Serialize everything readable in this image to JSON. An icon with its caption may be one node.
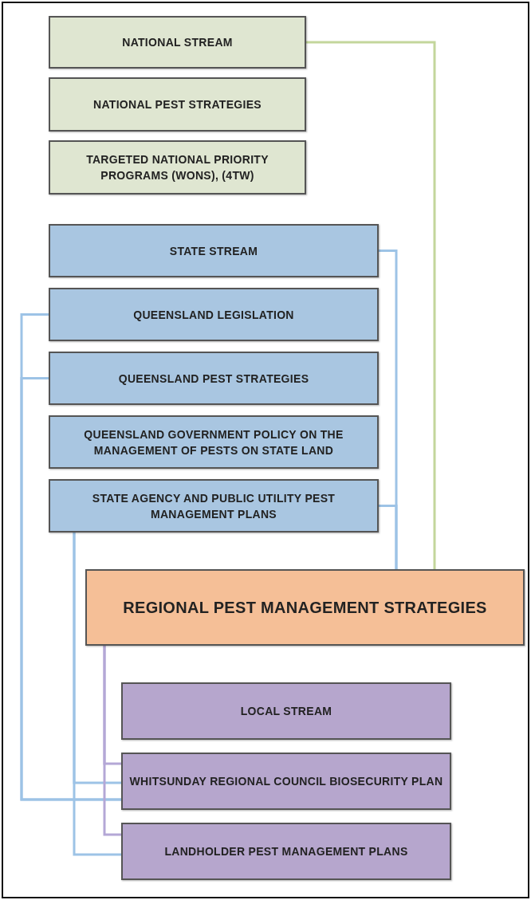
{
  "diagram": {
    "nodes": [
      {
        "text": [
          "NATIONAL STREAM"
        ]
      },
      {
        "text": [
          "NATIONAL PEST STRATEGIES"
        ]
      },
      {
        "text": [
          "TARGETED NATIONAL PRIORITY PROGRAMS (WONS), (4TW)"
        ]
      },
      {
        "text": [
          "STATE STREAM"
        ]
      },
      {
        "text": [
          "QUEENSLAND LEGISLATION"
        ]
      },
      {
        "text": [
          "QUEENSLAND PEST STRATEGIES"
        ]
      },
      {
        "text": [
          "QUEENSLAND GOVERNMENT POLICY ON THE MANAGEMENT OF PESTS ON STATE LAND"
        ]
      },
      {
        "text": [
          "STATE AGENCY AND PUBLIC UTILITY PEST MANAGEMENT PLANS"
        ]
      },
      {
        "text": [
          "REGIONAL PEST MANAGEMENT STRATEGIES"
        ]
      },
      {
        "text": [
          "LOCAL STREAM"
        ]
      },
      {
        "text": [
          "WHITSUNDAY REGIONAL COUNCIL BIOSECURITY PLAN"
        ]
      },
      {
        "text": [
          "LANDHOLDER PEST MANAGEMENT PLANS"
        ]
      }
    ],
    "edges": [
      {
        "from": 0,
        "to": 8,
        "arrow": "none",
        "color": "#c3d69b"
      },
      {
        "from": 3,
        "to": 8,
        "arrow": "none"
      },
      {
        "from": 7,
        "to": 8,
        "arrow": "none"
      },
      {
        "from": 4,
        "to": 10,
        "arrow": "none"
      },
      {
        "from": 5,
        "to": 10,
        "arrow": "none"
      },
      {
        "from": 7,
        "to": 10,
        "arrow": "none"
      },
      {
        "from": 7,
        "to": 11,
        "arrow": "none"
      },
      {
        "from": 8,
        "to": 10,
        "arrow": "none",
        "color": "#b4a7d6"
      },
      {
        "from": 8,
        "to": 11,
        "arrow": "none",
        "color": "#b4a7d6"
      }
    ]
  }
}
